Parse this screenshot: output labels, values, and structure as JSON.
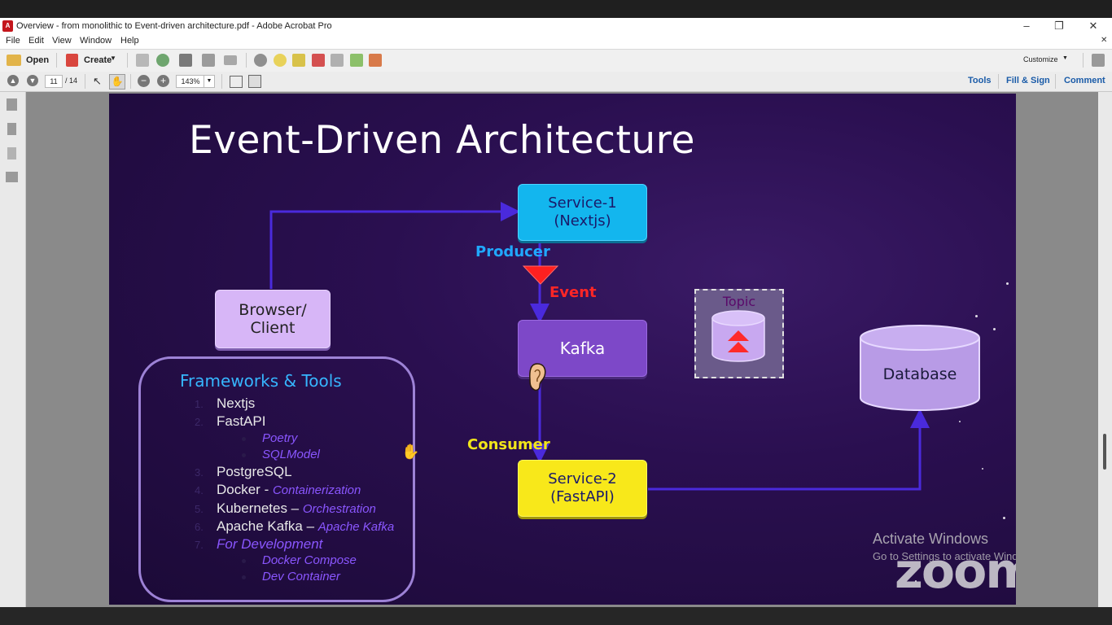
{
  "window": {
    "title": "Overview - from monolithic to Event-driven architecture.pdf - Adobe Acrobat Pro",
    "app_icon": "acrobat-pdf-icon",
    "controls": {
      "minimize": "–",
      "restore": "❐",
      "close": "✕"
    }
  },
  "menu": [
    "File",
    "Edit",
    "View",
    "Window",
    "Help"
  ],
  "toolbar": {
    "open_label": "Open",
    "create_label": "Create",
    "customize_label": "Customize",
    "icons": [
      "save-icon",
      "cloud-icon",
      "print-icon",
      "edit-icon",
      "email-icon",
      "settings-icon",
      "comment-icon",
      "highlight-icon",
      "stamp-icon",
      "export-icon",
      "form-icon"
    ]
  },
  "navbar": {
    "page_current": "11",
    "page_total": "/ 14",
    "zoom": "143%",
    "tools_label": "Tools",
    "fill_sign_label": "Fill & Sign",
    "comment_label": "Comment"
  },
  "slide": {
    "title": "Event-Driven Architecture",
    "service1": {
      "line1": "Service-1",
      "line2": "(Nextjs)"
    },
    "service2": {
      "line1": "Service-2",
      "line2": "(FastAPI)"
    },
    "kafka": "Kafka",
    "browser": {
      "line1": "Browser/",
      "line2": "Client"
    },
    "producer": "Producer",
    "event": "Event",
    "consumer": "Consumer",
    "topic": "Topic",
    "database": "Database",
    "frameworks": {
      "title": "Frameworks & Tools",
      "items": [
        {
          "num": "1.",
          "text": "Nextjs",
          "sub": ""
        },
        {
          "num": "2.",
          "text": "FastAPI",
          "sub": ""
        },
        {
          "num": "3.",
          "text": "PostgreSQL",
          "sub": ""
        },
        {
          "num": "4.",
          "text": "Docker - ",
          "sub": "Containerization"
        },
        {
          "num": "5.",
          "text": "Kubernetes – ",
          "sub": "Orchestration"
        },
        {
          "num": "6.",
          "text": "Apache Kafka – ",
          "sub": "Apache Kafka"
        },
        {
          "num": "7.",
          "text": "",
          "sub": "For Development"
        }
      ],
      "fastapi_bullets": [
        "Poetry",
        "SQLModel"
      ],
      "dev_bullets": [
        "Docker Compose",
        "Dev Container"
      ]
    },
    "colors": {
      "background": "#1b0a36",
      "service1": "#13b6ee",
      "kafka": "#7d48c8",
      "service2": "#f8e81a",
      "browser": "#d7b6f7",
      "connector": "#4a2adc",
      "producer": "#20a8ff",
      "event": "#ff2626",
      "consumer": "#f1e51a"
    }
  },
  "overlay": {
    "activate_title": "Activate Windows",
    "activate_sub": "Go to Settings to activate Windows.",
    "zoom_logo": "zoom"
  }
}
